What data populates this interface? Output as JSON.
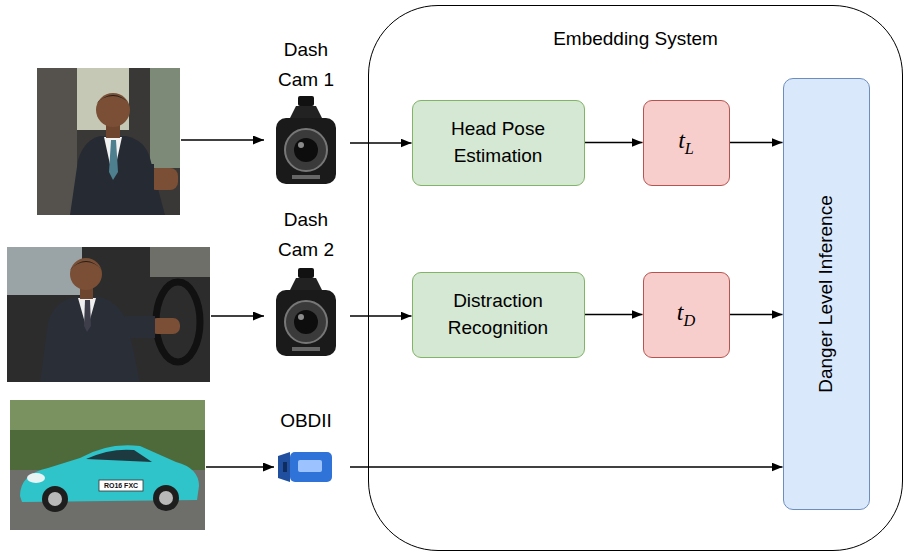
{
  "diagram": {
    "nodes": [
      {
        "text": [
          "Dash Cam 1"
        ]
      },
      {
        "text": [
          "Dash Cam 2"
        ]
      },
      {
        "text": [
          "OBDII"
        ]
      },
      {
        "text": [
          "Embedding System"
        ]
      },
      {
        "text": [
          "Head Pose Estimation"
        ],
        "in": 3
      },
      {
        "text": [
          "tL"
        ],
        "in": 3
      },
      {
        "text": [
          "Distraction Recognition"
        ],
        "in": 3
      },
      {
        "text": [
          "tD"
        ],
        "in": 3
      },
      {
        "text": [
          "Danger Level Inference"
        ],
        "in": 3
      }
    ],
    "edges": [
      {
        "from": 0,
        "to": 4,
        "arrow": "to"
      },
      {
        "from": 4,
        "to": 5,
        "arrow": "to"
      },
      {
        "from": 5,
        "to": 8,
        "arrow": "to"
      },
      {
        "from": 1,
        "to": 6,
        "arrow": "to"
      },
      {
        "from": 6,
        "to": 7,
        "arrow": "to"
      },
      {
        "from": 7,
        "to": 8,
        "arrow": "to"
      },
      {
        "from": 2,
        "to": 8,
        "arrow": "to"
      }
    ],
    "labels": [
      "RO16 FXC"
    ]
  }
}
